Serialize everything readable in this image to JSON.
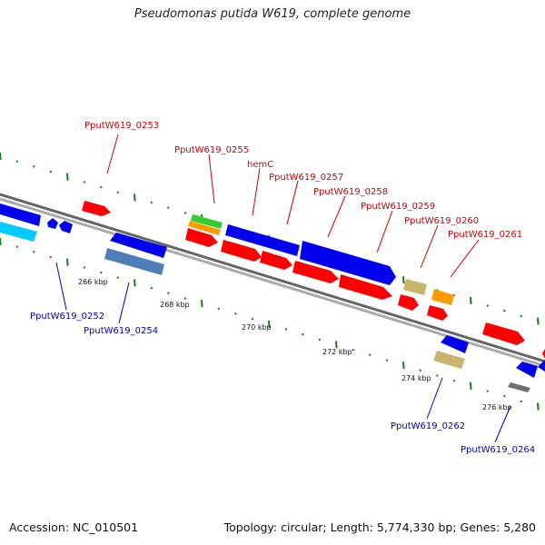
{
  "title": "Pseudomonas putida W619, complete genome",
  "accession": "Accession: NC_010501",
  "topology": "Topology: circular; Length: 5,774,330 bp; Genes: 5,280",
  "colors": {
    "ruler_tick": "#1a7a1a",
    "backbone": "#888888",
    "leader_top": "#cc0000",
    "leader_bottom": "#0000bb",
    "gene_red": "#ff0000",
    "gene_blue": "#0000ee",
    "gene_lightblue": "#00ccff",
    "gene_steelblue": "#4f7fb8",
    "gene_green": "#33cc33",
    "gene_orange": "#ff9900",
    "gene_khaki": "#c8b56c",
    "gene_gray": "#707070"
  },
  "ruler_labels": [
    "266 kbp",
    "268 kbp",
    "270 kbp",
    "272 kbp",
    "274 kbp",
    "276 kbp"
  ],
  "top_labels": [
    "PputW619_0253",
    "PputW619_0255",
    "hemC",
    "PputW619_0257",
    "PputW619_0258",
    "PputW619_0259",
    "PputW619_0260",
    "PputW619_0261"
  ],
  "bottom_labels": [
    "PputW619_0252",
    "PputW619_0254",
    "PputW619_0262",
    "PputW619_0264"
  ]
}
